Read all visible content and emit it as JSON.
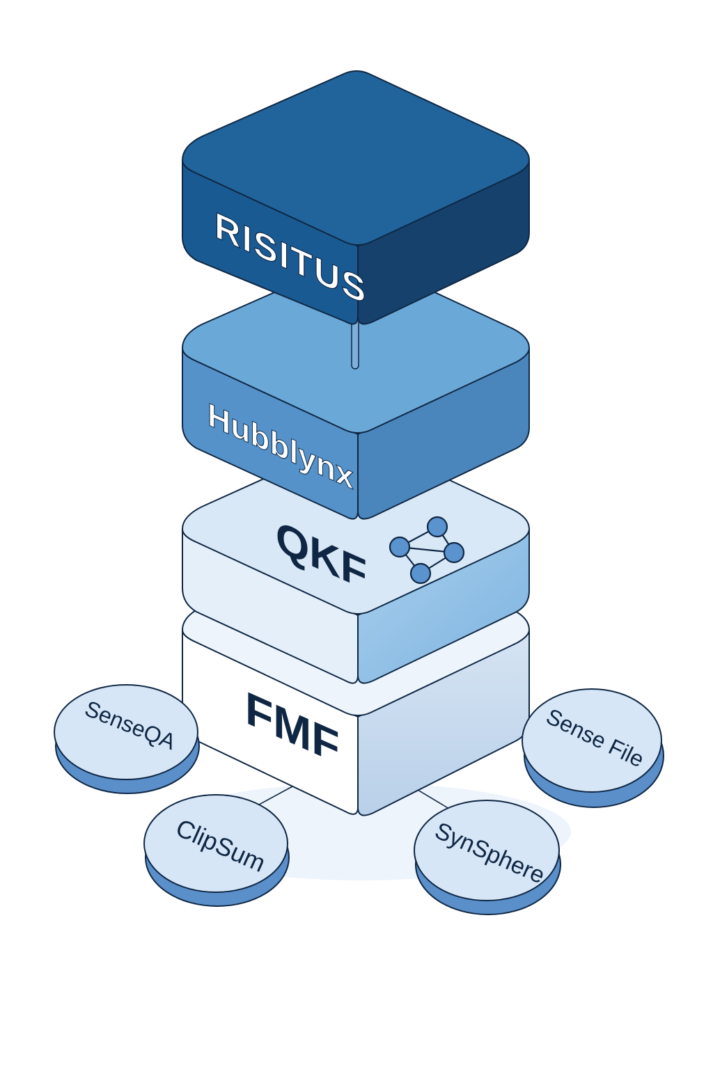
{
  "layers": {
    "risitus": {
      "label": "RISITUS",
      "top_color": "#20649b",
      "front_color": "#1a5a92",
      "side_color": "#16416d",
      "text_color": "#ffffff"
    },
    "hubblynx": {
      "label": "Hubblynx",
      "top_color": "#6aa8d8",
      "front_color": "#5592c9",
      "side_color": "#4a85bb",
      "text_color": "#ffffff"
    },
    "qkf": {
      "label": "QKF",
      "top_color": "#d8e8f6",
      "front_color": "#e4eff9",
      "side_color": "#8dbfe4",
      "text_color": "#0f2744"
    },
    "fmf": {
      "label": "FMF",
      "top_color": "#eef4fb",
      "front_color": "#ffffff",
      "side_color": "#c2d7ec",
      "text_color": "#0f2744"
    }
  },
  "modules": [
    {
      "id": "senseqa",
      "label": "SenseQA"
    },
    {
      "id": "clipsum",
      "label": "ClipSum"
    },
    {
      "id": "synsphere",
      "label": "SynSphere"
    },
    {
      "id": "sensefile",
      "label": "Sense File"
    }
  ],
  "colors": {
    "outline": "#0f2744",
    "disc_top": "#d6e6f6",
    "disc_edge": "#5b8fca",
    "graph_node": "#5b93cf"
  },
  "icons": {
    "qkf_icon": "graph-network-icon"
  }
}
